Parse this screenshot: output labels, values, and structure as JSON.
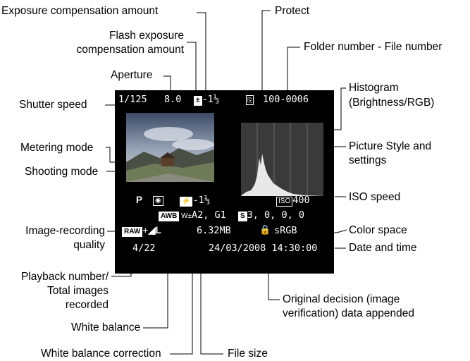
{
  "labels": {
    "exposure_comp": "Exposure compensation amount",
    "protect": "Protect",
    "flash_exp_comp_1": "Flash exposure",
    "flash_exp_comp_2": "compensation amount",
    "folder_file": "Folder number - File number",
    "aperture": "Aperture",
    "shutter_speed": "Shutter speed",
    "histogram_1": "Histogram",
    "histogram_2": "(Brightness/RGB)",
    "metering_mode": "Metering mode",
    "picture_style_1": "Picture Style and",
    "picture_style_2": "settings",
    "shooting_mode": "Shooting mode",
    "iso_speed": "ISO speed",
    "image_quality_1": "Image-recording",
    "image_quality_2": "quality",
    "color_space": "Color space",
    "date_time": "Date and time",
    "playback_1": "Playback number/",
    "playback_2": "Total images",
    "playback_3": "recorded",
    "original_decision_1": "Original decision (image",
    "original_decision_2": "verification) data appended",
    "white_balance": "White balance",
    "wb_correction": "White balance correction",
    "file_size": "File size"
  },
  "screen": {
    "shutter": "1/125",
    "aperture": "8.0",
    "exposure_comp": "-1⅓",
    "folder_file": "100-0006",
    "mode": "P",
    "flash_comp": "-1⅓",
    "iso": "400",
    "wb_mode": "AWB",
    "wb_shift": "A2, G1",
    "picture_style": "3, 0, 0, 0",
    "quality_raw": "RAW",
    "quality_l": "L",
    "file_size": "6.32MB",
    "color_space": "sRGB",
    "playback": "4/22",
    "datetime": "24/03/2008 14:30:00"
  },
  "icons": {
    "exposure_comp": "exposure-compensation-icon",
    "protect": "protect-icon",
    "metering": "evaluative-metering-icon",
    "flash_comp": "flash-exposure-compensation-icon",
    "iso": "iso-icon",
    "wb": "white-balance-shift-icon",
    "picture_style": "picture-style-icon",
    "lock": "lock-icon"
  }
}
